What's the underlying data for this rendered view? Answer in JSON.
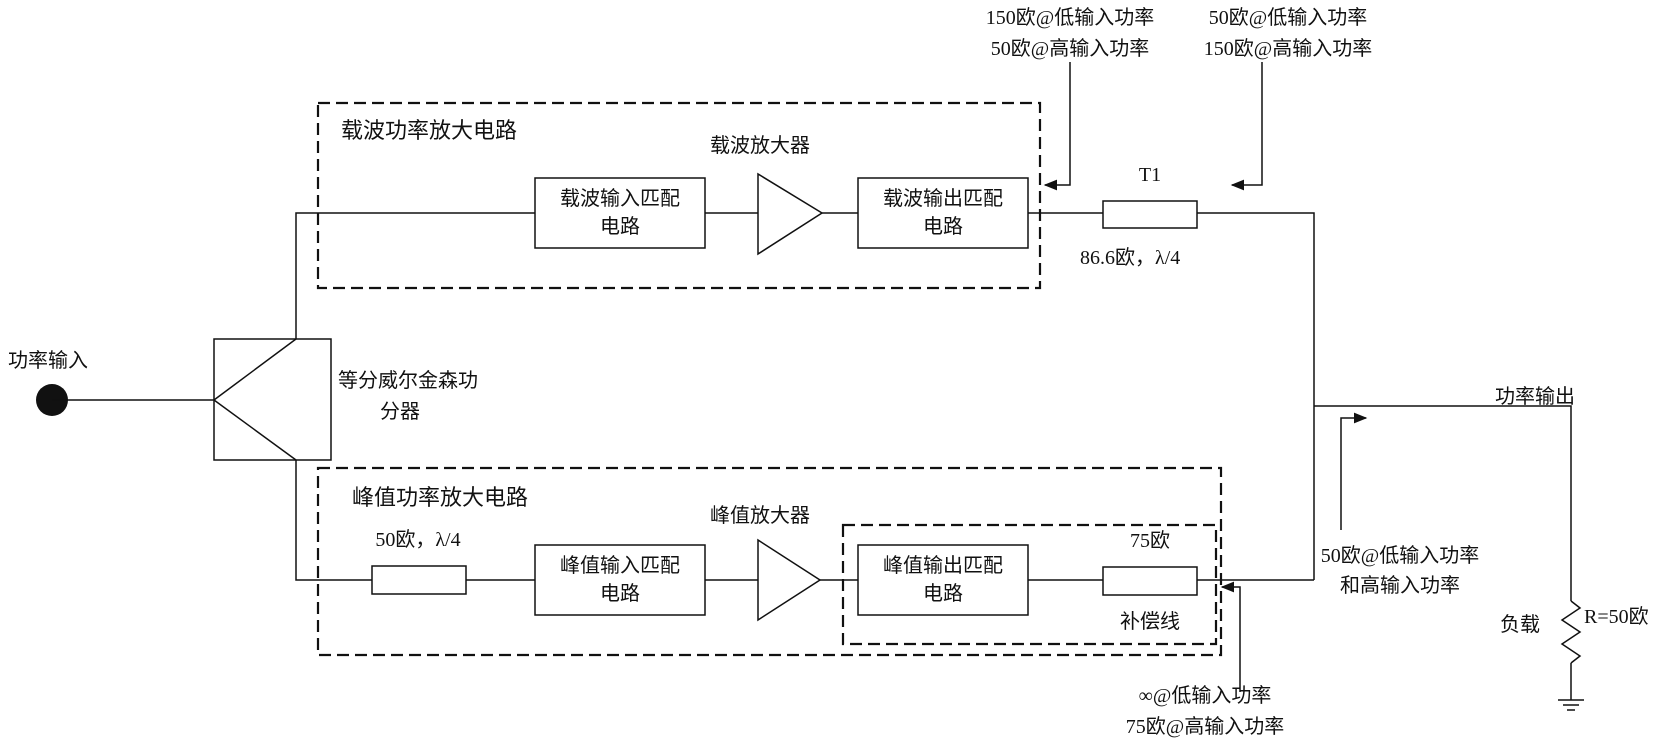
{
  "power_input": "功率输入",
  "power_output": "功率输出",
  "splitter": {
    "line1": "等分威尔金森功",
    "line2": "分器"
  },
  "carrier": {
    "group_label": "载波功率放大电路",
    "amp_label": "载波放大器",
    "input_match": {
      "line1": "载波输入匹配",
      "line2": "电路"
    },
    "output_match": {
      "line1": "载波输出匹配",
      "line2": "电路"
    },
    "t1_label": "T1",
    "t1_spec": "86.6欧，λ/4",
    "impedance_note_1": {
      "line1": "150欧@低输入功率",
      "line2": "50欧@高输入功率"
    },
    "impedance_note_2": {
      "line1": "50欧@低输入功率",
      "line2": "150欧@高输入功率"
    }
  },
  "peak": {
    "group_label": "峰值功率放大电路",
    "amp_label": "峰值放大器",
    "line_spec": "50欧，λ/4",
    "input_match": {
      "line1": "峰值输入匹配",
      "line2": "电路"
    },
    "output_match": {
      "line1": "峰值输出匹配",
      "line2": "电路"
    },
    "comp_value": "75欧",
    "comp_label": "补偿线",
    "impedance_note": {
      "line1": "∞@低输入功率",
      "line2": "75欧@高输入功率"
    }
  },
  "junction_note": {
    "line1": "50欧@低输入功率",
    "line2": "和高输入功率"
  },
  "load": {
    "label": "负载",
    "value": "R=50欧"
  }
}
